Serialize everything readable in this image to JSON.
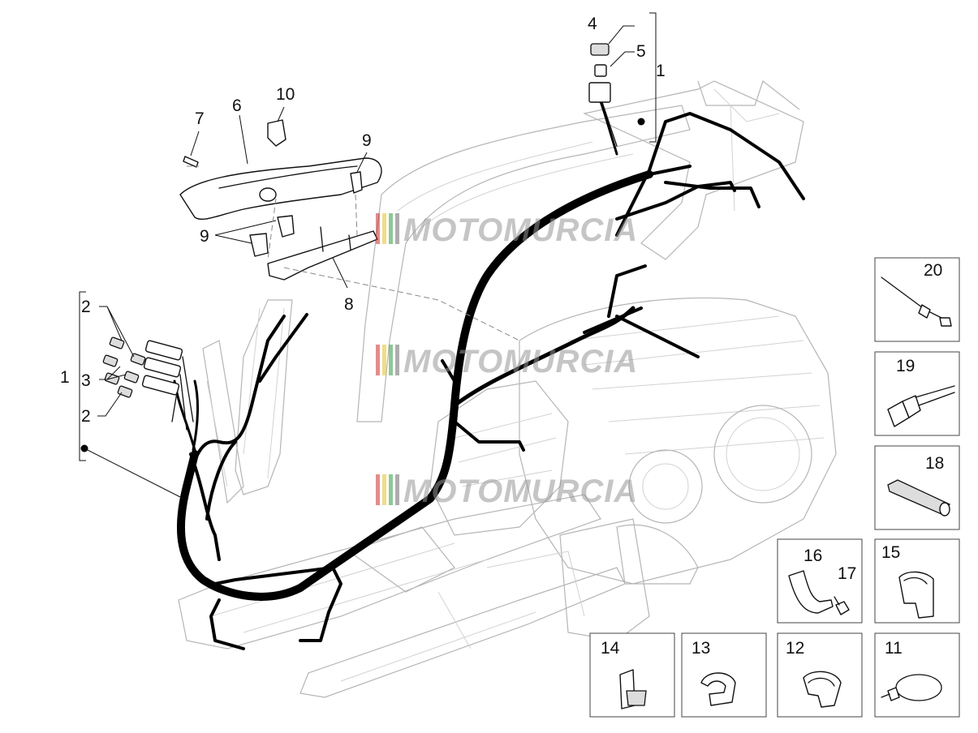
{
  "watermark": {
    "text": "MOTOMURCIA",
    "stripe_colors": [
      "#c83030",
      "#e8c020",
      "#2e9c3c",
      "#6a6a6a"
    ]
  },
  "callouts": {
    "n1_top": "1",
    "n1_left": "1",
    "n2_top": "2",
    "n2_bottom": "2",
    "n3": "3",
    "n4": "4",
    "n5": "5",
    "n6": "6",
    "n7": "7",
    "n8": "8",
    "n9_right": "9",
    "n9_left": "9",
    "n10": "10"
  },
  "part_boxes": [
    {
      "id": "20",
      "label": "20",
      "icon": "cable-tie-icon"
    },
    {
      "id": "19",
      "label": "19",
      "icon": "connector-icon"
    },
    {
      "id": "18",
      "label": "18",
      "icon": "sleeve-icon"
    },
    {
      "id": "16",
      "label": "16",
      "icon": "bracket-icon"
    },
    {
      "id": "17",
      "label": "17",
      "icon": "screw-icon"
    },
    {
      "id": "15",
      "label": "15",
      "icon": "clamp-icon"
    },
    {
      "id": "14",
      "label": "14",
      "icon": "clip-icon"
    },
    {
      "id": "13",
      "label": "13",
      "icon": "clip-icon"
    },
    {
      "id": "12",
      "label": "12",
      "icon": "clamp-icon"
    },
    {
      "id": "11",
      "label": "11",
      "icon": "cable-strap-icon"
    }
  ]
}
